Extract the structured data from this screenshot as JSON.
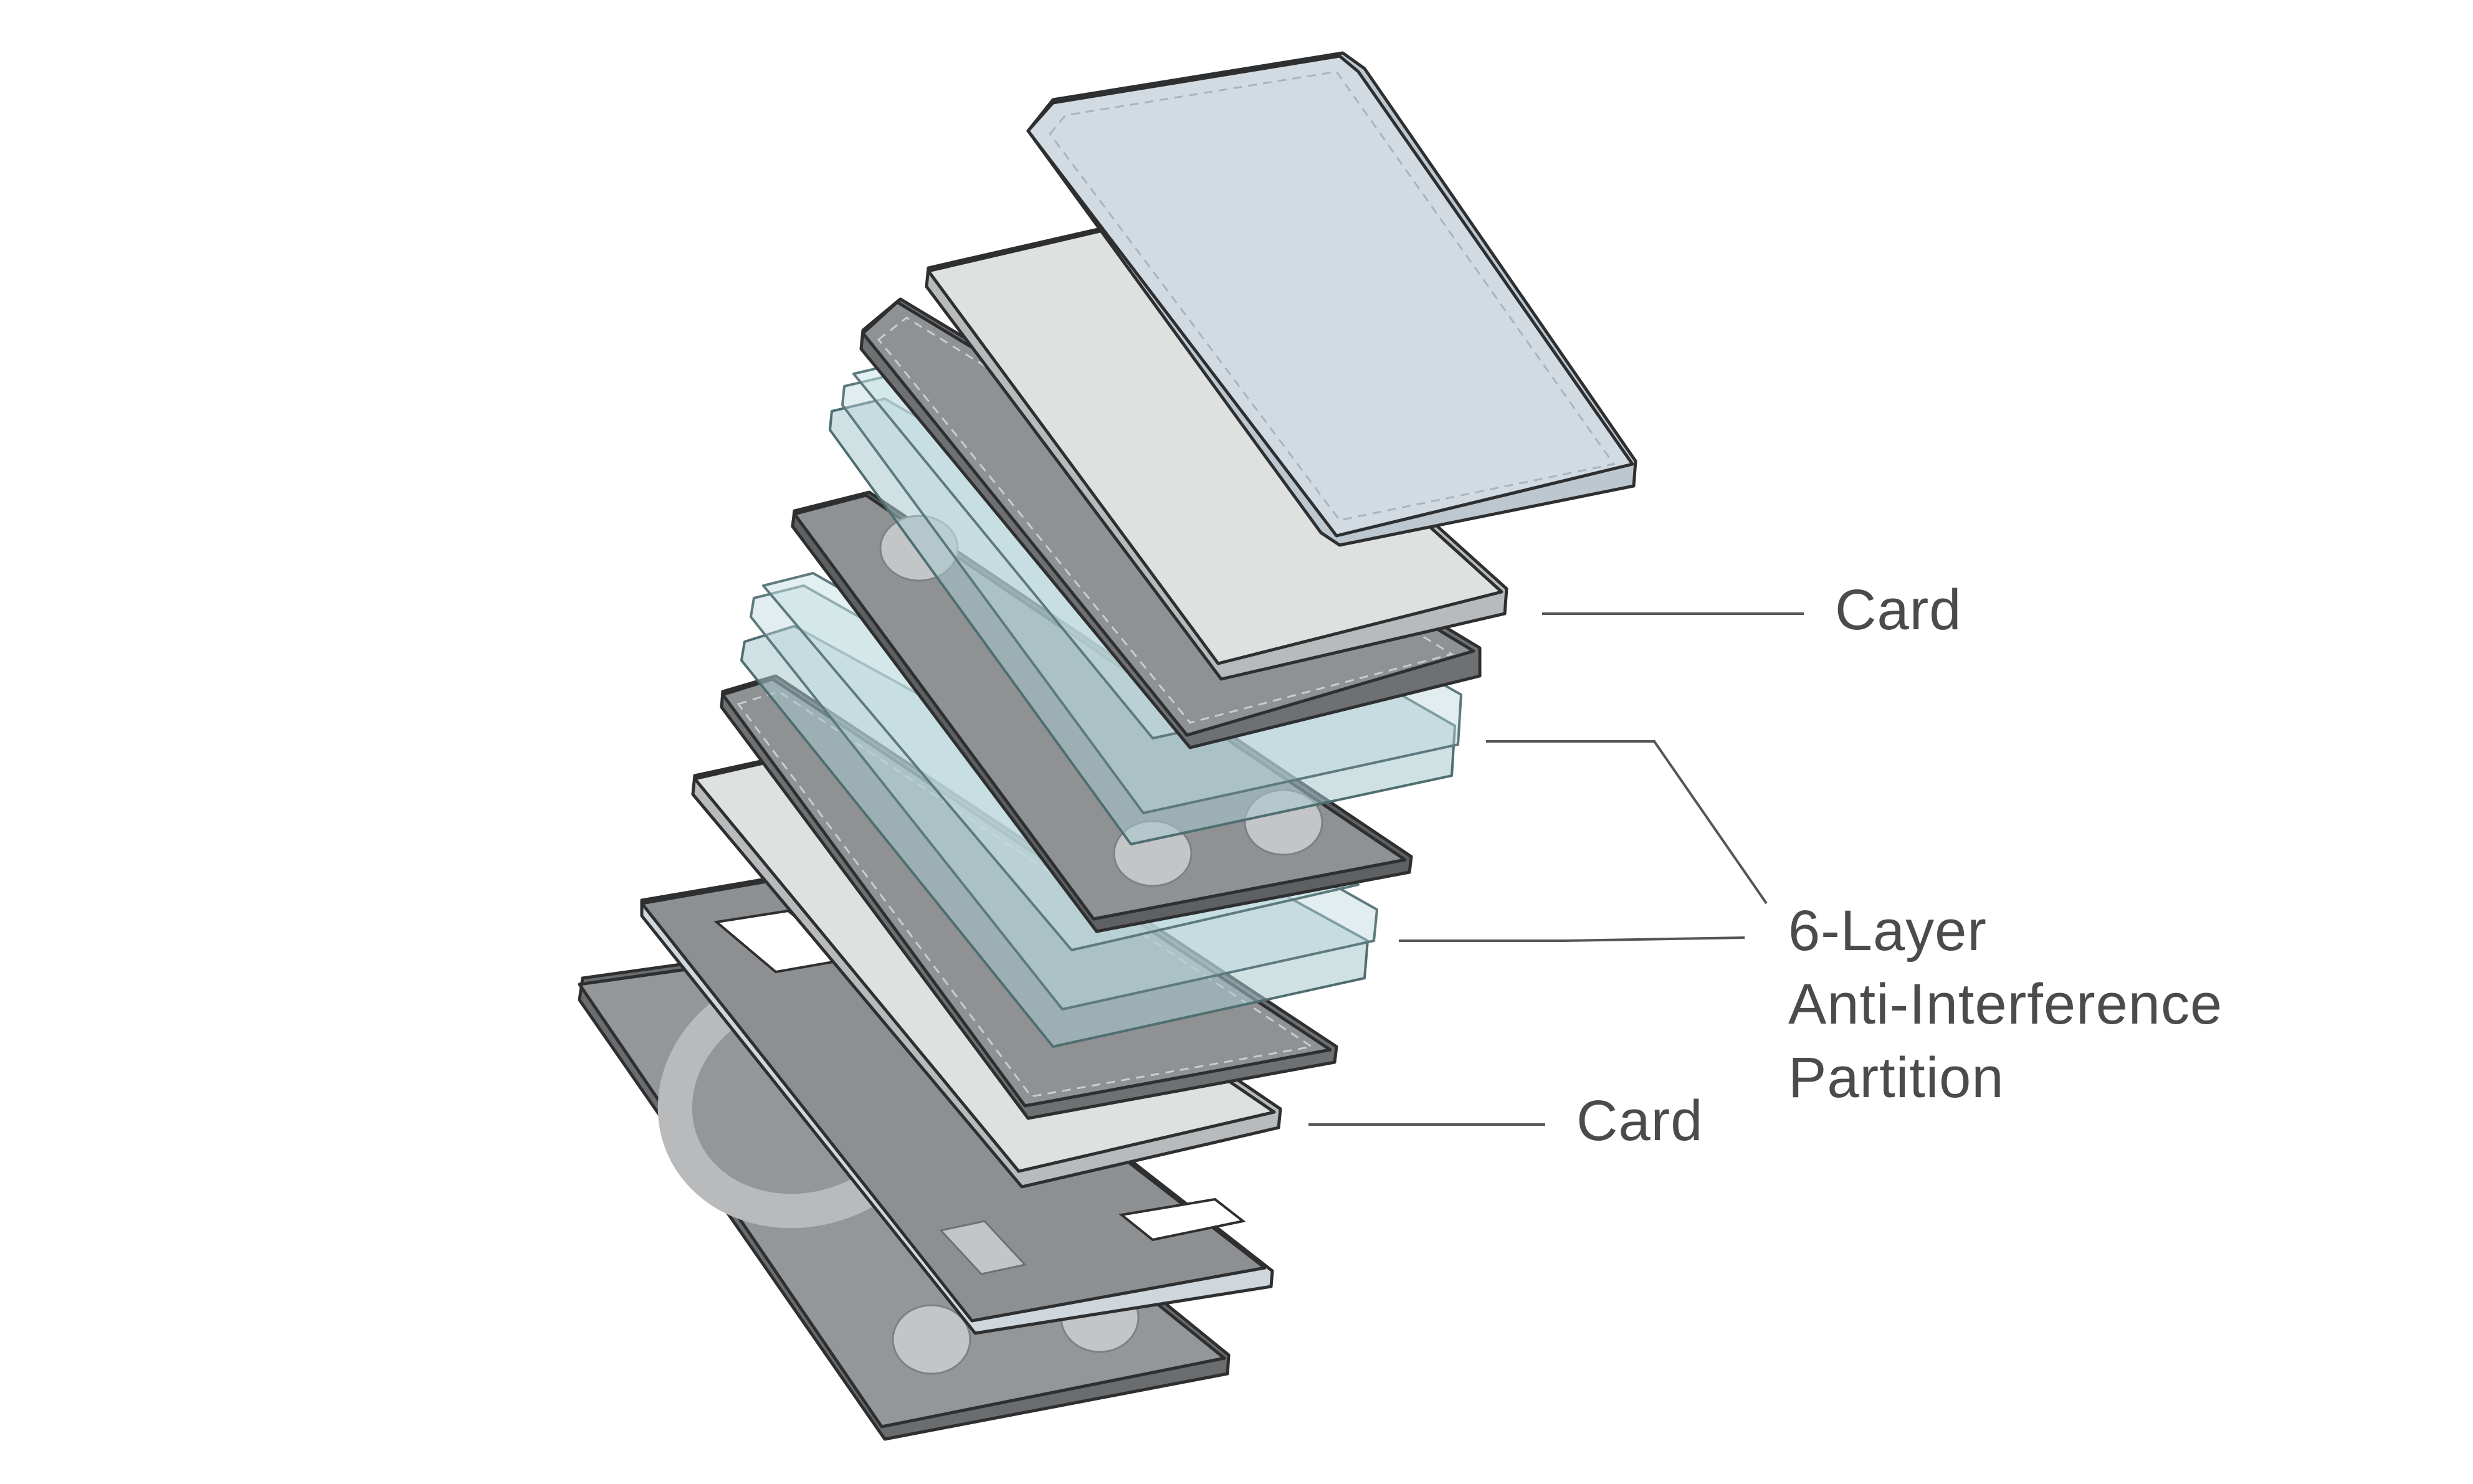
{
  "diagram": {
    "callouts": [
      {
        "id": "card-top",
        "lines": [
          "Card"
        ]
      },
      {
        "id": "partition",
        "lines": [
          "6-Layer",
          "Anti-Interference",
          "Partition"
        ]
      },
      {
        "id": "card-bottom",
        "lines": [
          "Card"
        ]
      }
    ],
    "layers": [
      {
        "id": "base-plate",
        "kind": "plate",
        "fill": "#949697"
      },
      {
        "id": "frame",
        "kind": "frame",
        "fill": "#8d8f91"
      },
      {
        "id": "card-bottom",
        "kind": "card",
        "fill": "#dfe1e1"
      },
      {
        "id": "shield-lower",
        "kind": "shield",
        "fill": "#8f9193"
      },
      {
        "id": "film-lower",
        "kind": "film",
        "fill": "#a8c8cc"
      },
      {
        "id": "partition-middle",
        "kind": "plate",
        "fill": "#8f9193"
      },
      {
        "id": "film-upper",
        "kind": "film",
        "fill": "#a8c8cc"
      },
      {
        "id": "shield-upper",
        "kind": "shield",
        "fill": "#8f9193"
      },
      {
        "id": "card-top",
        "kind": "card",
        "fill": "#dfe1e1"
      },
      {
        "id": "sleeve",
        "kind": "sleeve",
        "fill": "#d2dbe1"
      }
    ],
    "colors": {
      "outline": "#2e2f31",
      "leader": "#555555",
      "text": "#4a4b4d",
      "dash": "#c9cdd0",
      "disc": "#c4c5c7"
    }
  }
}
